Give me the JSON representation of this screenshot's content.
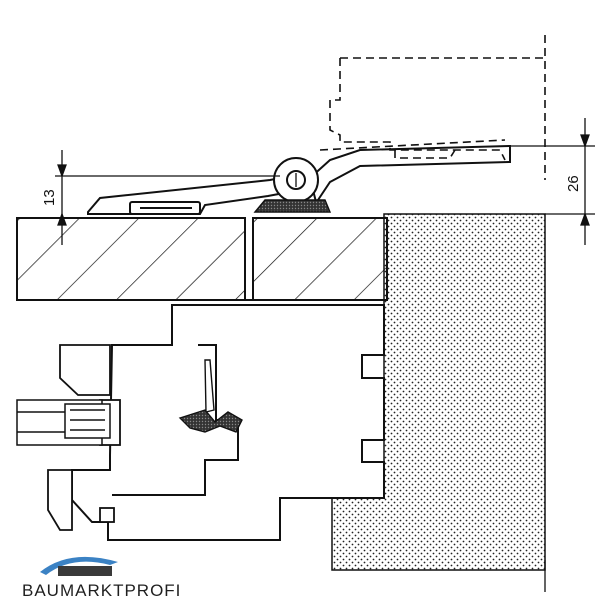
{
  "diagram": {
    "dimensions": [
      {
        "id": "dim-13",
        "label": "13"
      },
      {
        "id": "dim-26",
        "label": "26"
      }
    ]
  },
  "logo": {
    "text": "BAUMARKTPROFI",
    "colors": {
      "roof": "#3b82c4",
      "bar": "#3a3a3a"
    }
  },
  "colors": {
    "line": "#111111",
    "background": "#ffffff",
    "speckle": "#222222",
    "hatch": "#111111"
  }
}
